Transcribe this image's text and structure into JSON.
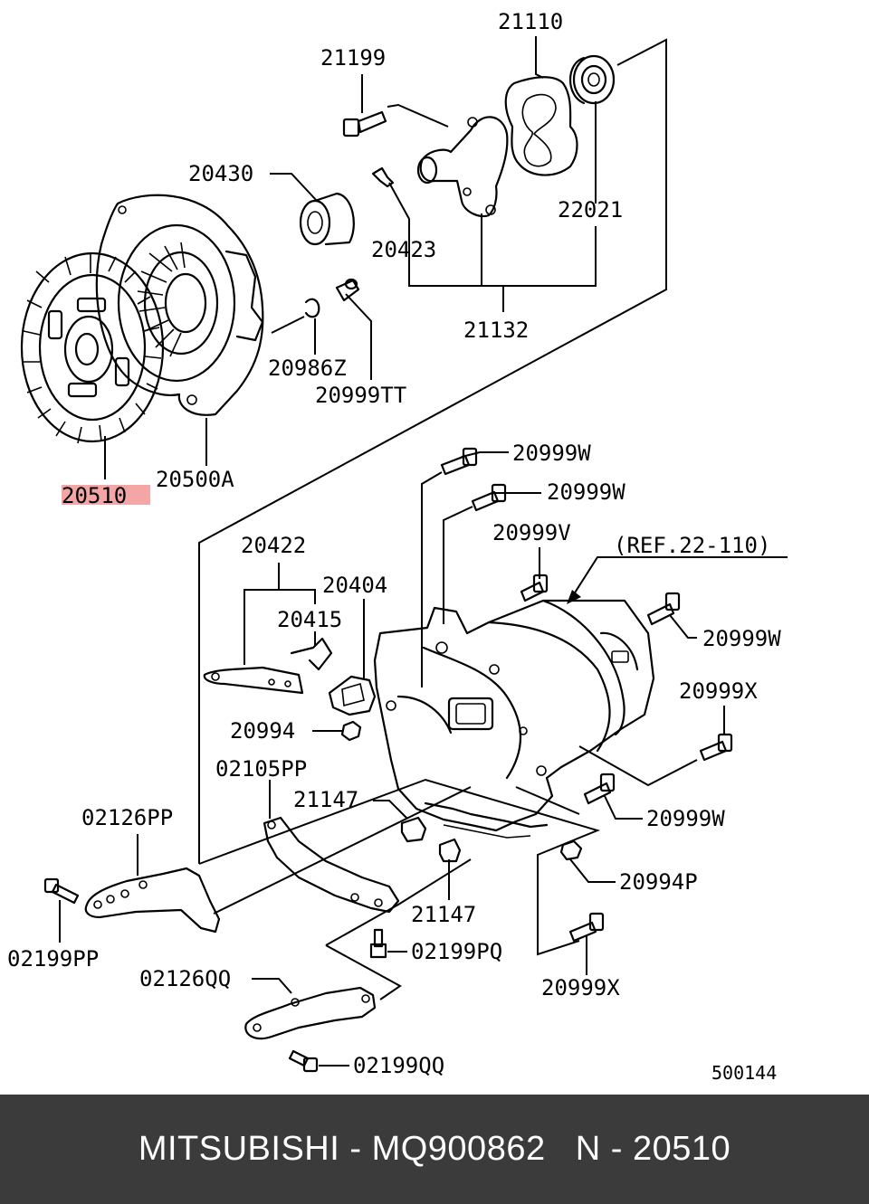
{
  "diagram": {
    "labels": {
      "l21110": "21110",
      "l21199": "21199",
      "l20430": "20430",
      "l22021": "22021",
      "l20423": "20423",
      "l21132": "21132",
      "l20986z": "20986Z",
      "l20999tt": "20999TT",
      "l20500a": "20500A",
      "l20510": "20510",
      "l20999w_1": "20999W",
      "l20999w_2": "20999W",
      "l20999v": "20999V",
      "l_ref": "(REF.22-110)",
      "l20422": "20422",
      "l20404": "20404",
      "l20415": "20415",
      "l20999w_3": "20999W",
      "l20999x_1": "20999X",
      "l20994": "20994",
      "l02105pp": "02105PP",
      "l21147_1": "21147",
      "l02126pp": "02126PP",
      "l20999w_4": "20999W",
      "l21147_2": "21147",
      "l20994p": "20994P",
      "l02199pp": "02199PP",
      "l02199pq": "02199PQ",
      "l02126qq": "02126QQ",
      "l20999x_2": "20999X",
      "l02199qq": "02199QQ",
      "l500144": "500144"
    },
    "highlight_color": "#f4a6a6"
  },
  "footer": {
    "text": "MITSUBISHI - MQ900862   N - 20510"
  }
}
